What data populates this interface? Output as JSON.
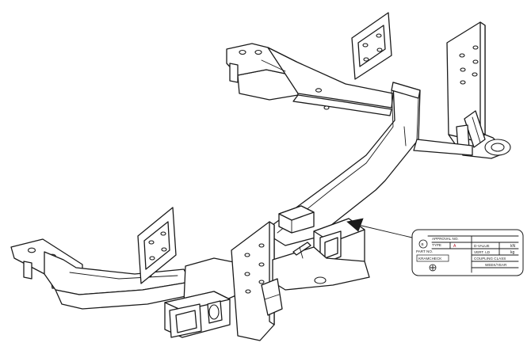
{
  "plate": {
    "approval_no": "APPROVAL NO.",
    "type": "TYPE",
    "part_no": "PART NO.",
    "d_value": "D-VALUE",
    "d_unit": "kN",
    "vert_ld": "VERT. LD",
    "vert_unit": "kg",
    "coupling_class": "COUPLING CLASS",
    "week_year": "WEEK/YEAR",
    "brand": "KRAMCHECK",
    "type_value": "A"
  }
}
